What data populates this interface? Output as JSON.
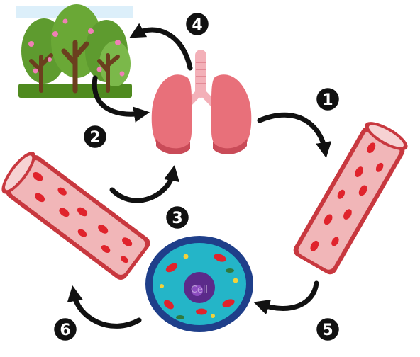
{
  "steps": [
    {
      "number": "1"
    },
    {
      "number": "2"
    },
    {
      "number": "3"
    },
    {
      "number": "4"
    },
    {
      "number": "5"
    },
    {
      "number": "6"
    }
  ],
  "cell_label": "Cell",
  "colors": {
    "arrow": "#111111",
    "badge": "#111111",
    "lung": "#e8707a",
    "lung_dark": "#c94b58",
    "trachea": "#f3b0b8",
    "vessel": "#c8383f",
    "vessel_inner": "#f1b6b8",
    "blood_cell": "#e0232c",
    "cell_membrane": "#1f3f8a",
    "cytoplasm": "#24b5c8",
    "nucleus": "#5b2a8a",
    "tree_leaf": "#5e9b2f",
    "tree_trunk": "#6b3f1e",
    "grass": "#4f8a1f",
    "blossom": "#f07fb6"
  }
}
